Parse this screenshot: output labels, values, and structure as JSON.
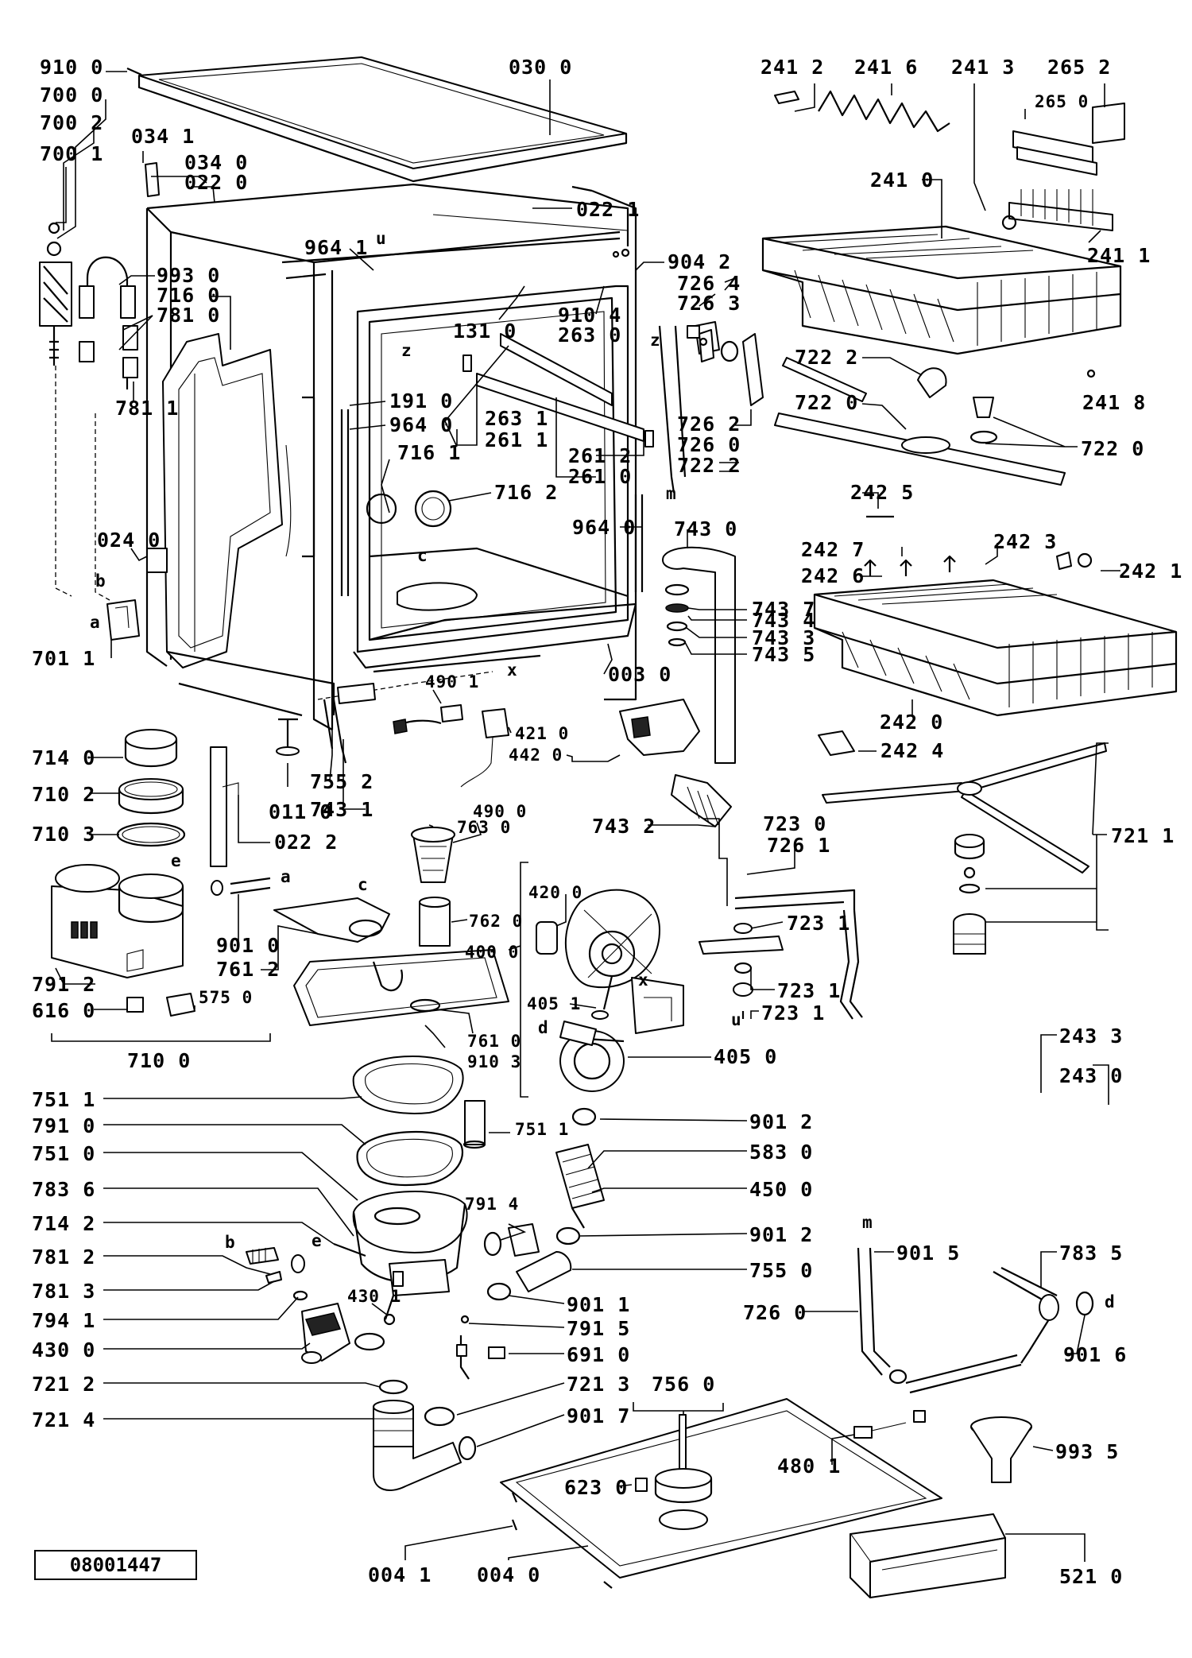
{
  "document_number": "08001447",
  "labels": [
    {
      "id": "910-0",
      "text": "910 0"
    },
    {
      "id": "700-0",
      "text": "700 0"
    },
    {
      "id": "700-2",
      "text": "700 2"
    },
    {
      "id": "700-1",
      "text": "700 1"
    },
    {
      "id": "034-1",
      "text": "034 1"
    },
    {
      "id": "034-0",
      "text": "034 0"
    },
    {
      "id": "022-0",
      "text": "022 0"
    },
    {
      "id": "030-0",
      "text": "030 0"
    },
    {
      "id": "022-1",
      "text": "022 1"
    },
    {
      "id": "241-2",
      "text": "241 2"
    },
    {
      "id": "241-6",
      "text": "241 6"
    },
    {
      "id": "241-3",
      "text": "241 3"
    },
    {
      "id": "265-2",
      "text": "265 2"
    },
    {
      "id": "265-0",
      "text": "265 0"
    },
    {
      "id": "241-0",
      "text": "241 0"
    },
    {
      "id": "241-1",
      "text": "241 1"
    },
    {
      "id": "993-0",
      "text": "993 0"
    },
    {
      "id": "716-0",
      "text": "716 0"
    },
    {
      "id": "781-0",
      "text": "781 0"
    },
    {
      "id": "781-1",
      "text": "781 1"
    },
    {
      "id": "964-1",
      "text": "964 1"
    },
    {
      "id": "904-2",
      "text": "904 2"
    },
    {
      "id": "726-4",
      "text": "726 4"
    },
    {
      "id": "726-3",
      "text": "726 3"
    },
    {
      "id": "910-4",
      "text": "910 4"
    },
    {
      "id": "263-0",
      "text": "263 0"
    },
    {
      "id": "131-0",
      "text": "131 0"
    },
    {
      "id": "722-2a",
      "text": "722 2"
    },
    {
      "id": "722-0a",
      "text": "722 0"
    },
    {
      "id": "241-8",
      "text": "241 8"
    },
    {
      "id": "722-0b",
      "text": "722 0"
    },
    {
      "id": "726-2",
      "text": "726 2"
    },
    {
      "id": "726-0a",
      "text": "726 0"
    },
    {
      "id": "722-2b",
      "text": "722 2"
    },
    {
      "id": "191-0",
      "text": "191 0"
    },
    {
      "id": "964-0a",
      "text": "964 0"
    },
    {
      "id": "263-1",
      "text": "263 1"
    },
    {
      "id": "261-1",
      "text": "261 1"
    },
    {
      "id": "261-2",
      "text": "261 2"
    },
    {
      "id": "261-0",
      "text": "261 0"
    },
    {
      "id": "716-1",
      "text": "716 1"
    },
    {
      "id": "716-2",
      "text": "716 2"
    },
    {
      "id": "964-0b",
      "text": "964 0"
    },
    {
      "id": "242-5",
      "text": "242 5"
    },
    {
      "id": "024-0",
      "text": "024 0"
    },
    {
      "id": "743-0",
      "text": "743 0"
    },
    {
      "id": "242-7",
      "text": "242 7"
    },
    {
      "id": "242-3",
      "text": "242 3"
    },
    {
      "id": "242-6",
      "text": "242 6"
    },
    {
      "id": "242-1",
      "text": "242 1"
    },
    {
      "id": "743-7",
      "text": "743 7"
    },
    {
      "id": "743-4",
      "text": "743 4"
    },
    {
      "id": "743-3",
      "text": "743 3"
    },
    {
      "id": "743-5",
      "text": "743 5"
    },
    {
      "id": "701-1",
      "text": "701 1"
    },
    {
      "id": "003-0",
      "text": "003 0"
    },
    {
      "id": "490-1",
      "text": "490 1"
    },
    {
      "id": "242-0",
      "text": "242 0"
    },
    {
      "id": "242-4",
      "text": "242 4"
    },
    {
      "id": "421-0",
      "text": "421 0"
    },
    {
      "id": "442-0",
      "text": "442 0"
    },
    {
      "id": "714-0a",
      "text": "714 0"
    },
    {
      "id": "755-2",
      "text": "755 2"
    },
    {
      "id": "743-1",
      "text": "743 1"
    },
    {
      "id": "710-2",
      "text": "710 2"
    },
    {
      "id": "011-0",
      "text": "011 0"
    },
    {
      "id": "490-0",
      "text": "490 0"
    },
    {
      "id": "743-2",
      "text": "743 2"
    },
    {
      "id": "723-0",
      "text": "723 0"
    },
    {
      "id": "710-3",
      "text": "710 3"
    },
    {
      "id": "022-2",
      "text": "022 2"
    },
    {
      "id": "763-0",
      "text": "763 0"
    },
    {
      "id": "726-1",
      "text": "726 1"
    },
    {
      "id": "721-1",
      "text": "721 1"
    },
    {
      "id": "420-0",
      "text": "420 0"
    },
    {
      "id": "762-0",
      "text": "762 0"
    },
    {
      "id": "723-1a",
      "text": "723 1"
    },
    {
      "id": "400-0",
      "text": "400 0"
    },
    {
      "id": "901-0",
      "text": "901 0"
    },
    {
      "id": "761-2",
      "text": "761 2"
    },
    {
      "id": "791-2",
      "text": "791 2"
    },
    {
      "id": "723-1b",
      "text": "723 1"
    },
    {
      "id": "405-1",
      "text": "405 1"
    },
    {
      "id": "723-1c",
      "text": "723 1"
    },
    {
      "id": "575-0",
      "text": "575 0"
    },
    {
      "id": "616-0",
      "text": "616 0"
    },
    {
      "id": "761-0",
      "text": "761 0"
    },
    {
      "id": "910-3",
      "text": "910 3"
    },
    {
      "id": "405-0",
      "text": "405 0"
    },
    {
      "id": "243-3",
      "text": "243 3"
    },
    {
      "id": "710-0",
      "text": "710 0"
    },
    {
      "id": "243-0",
      "text": "243 0"
    },
    {
      "id": "751-1a",
      "text": "751 1"
    },
    {
      "id": "901-2a",
      "text": "901 2"
    },
    {
      "id": "791-0",
      "text": "791 0"
    },
    {
      "id": "751-1b",
      "text": "751 1"
    },
    {
      "id": "583-0",
      "text": "583 0"
    },
    {
      "id": "751-0",
      "text": "751 0"
    },
    {
      "id": "450-0",
      "text": "450 0"
    },
    {
      "id": "783-6",
      "text": "783 6"
    },
    {
      "id": "791-4",
      "text": "791 4"
    },
    {
      "id": "714-2",
      "text": "714 2"
    },
    {
      "id": "901-2b",
      "text": "901 2"
    },
    {
      "id": "781-2",
      "text": "781 2"
    },
    {
      "id": "755-0",
      "text": "755 0"
    },
    {
      "id": "901-5",
      "text": "901 5"
    },
    {
      "id": "783-5",
      "text": "783 5"
    },
    {
      "id": "781-3",
      "text": "781 3"
    },
    {
      "id": "901-1",
      "text": "901 1"
    },
    {
      "id": "726-0b",
      "text": "726 0"
    },
    {
      "id": "794-1",
      "text": "794 1"
    },
    {
      "id": "430-1",
      "text": "430 1"
    },
    {
      "id": "791-5",
      "text": "791 5"
    },
    {
      "id": "430-0",
      "text": "430 0"
    },
    {
      "id": "691-0",
      "text": "691 0"
    },
    {
      "id": "901-6",
      "text": "901 6"
    },
    {
      "id": "721-2",
      "text": "721 2"
    },
    {
      "id": "721-3",
      "text": "721 3"
    },
    {
      "id": "756-0",
      "text": "756 0"
    },
    {
      "id": "721-4",
      "text": "721 4"
    },
    {
      "id": "901-7",
      "text": "901 7"
    },
    {
      "id": "993-5",
      "text": "993 5"
    },
    {
      "id": "480-1",
      "text": "480 1"
    },
    {
      "id": "623-0",
      "text": "623 0"
    },
    {
      "id": "004-1",
      "text": "004 1"
    },
    {
      "id": "004-0",
      "text": "004 0"
    },
    {
      "id": "521-0",
      "text": "521 0"
    }
  ],
  "connector_letters": [
    "a",
    "b",
    "c",
    "d",
    "e",
    "m",
    "u",
    "x",
    "z"
  ]
}
